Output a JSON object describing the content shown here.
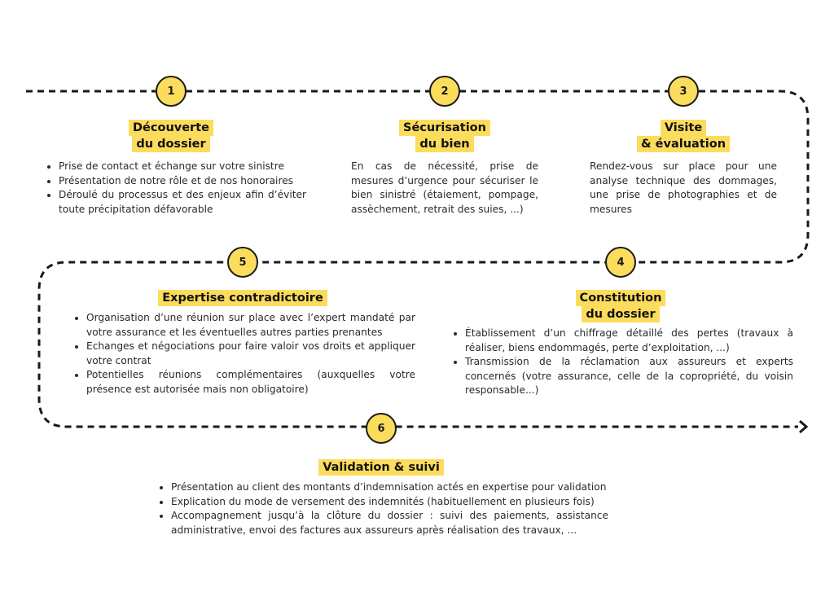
{
  "steps": [
    {
      "number": "1",
      "title": [
        "Découverte",
        "du dossier"
      ],
      "bullets": [
        "Prise de contact et échange sur votre sinistre",
        "Présentation de notre rôle et de nos honoraires",
        "Déroulé du processus et des enjeux afin d’éviter toute précipitation défavorable"
      ]
    },
    {
      "number": "2",
      "title": [
        "Sécurisation",
        "du bien"
      ],
      "text": "En cas de nécessité, prise de mesures d’urgence pour sécuriser le bien sinistré (étaiement, pompage, assèchement, retrait des suies, ...)"
    },
    {
      "number": "3",
      "title": [
        "Visite",
        "& évaluation"
      ],
      "text": "Rendez-vous sur place pour une analyse technique des dommages, une prise de photographies et de mesures"
    },
    {
      "number": "4",
      "title": [
        "Constitution",
        "du dossier"
      ],
      "bullets": [
        "Établissement d’un chiffrage détaillé des pertes (travaux à réaliser, biens endommagés, perte d’exploitation, ...)",
        "Transmission de la réclamation aux assureurs et experts concernés (votre assurance, celle de la copropriété, du voisin responsable...)"
      ]
    },
    {
      "number": "5",
      "title": [
        "Expertise contradictoire"
      ],
      "bullets": [
        "Organisation d’une réunion sur place avec l’expert mandaté par votre assurance et les éventuelles autres parties prenantes",
        "Echanges et négociations pour faire valoir vos droits et appliquer votre contrat",
        "Potentielles réunions complémentaires (auxquelles votre présence est autorisée mais non obligatoire)"
      ]
    },
    {
      "number": "6",
      "title": [
        "Validation & suivi"
      ],
      "bullets": [
        "Présentation au client des montants d’indemnisation actés en expertise pour validation",
        "Explication du mode de versement des indemnités (habituellement en plusieurs fois)",
        "Accompagnement jusqu’à la clôture du dossier : suivi des paiements, assistance administrative, envoi des factures aux assureurs après réalisation des travaux, ..."
      ]
    }
  ],
  "colors": {
    "accent": "#fcdc5c",
    "line": "#1a1a1a"
  }
}
